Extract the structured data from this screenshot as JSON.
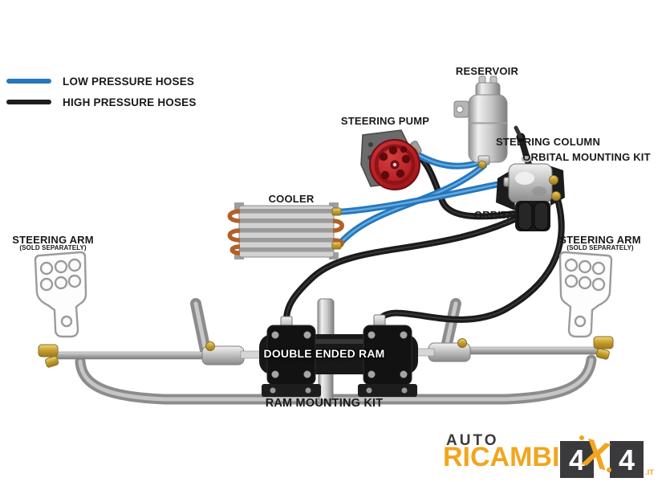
{
  "legend": {
    "items": [
      {
        "id": "low",
        "label": "LOW PRESSURE HOSES",
        "color": "#2577bd"
      },
      {
        "id": "high",
        "label": "HIGH PRESSURE HOSES",
        "color": "#1e1e1e"
      }
    ]
  },
  "labels": {
    "reservoir": "RESERVOIR",
    "steering_pump": "STEERING PUMP",
    "steering_column": "STEERING COLUMN",
    "orbital_mounting_kit": "ORBITAL MOUNTING KIT",
    "orbital": "ORBITAL",
    "cooler": "COOLER",
    "steering_arm_left": "STEERING ARM",
    "steering_arm_left_note": "(SOLD SEPARATELY)",
    "steering_arm_right": "STEERING ARM",
    "steering_arm_right_note": "(SOLD SEPARATELY)",
    "double_ended_ram": "DOUBLE ENDED RAM",
    "ram_mounting_kit": "RAM MOUNTING KIT"
  },
  "logo": {
    "word_top": "AUTO",
    "word_main": "RICAMBI",
    "four_left": "4",
    "x_mark": "X",
    "four_right": "4",
    "tld": ".IT",
    "orange": "#f2a51e",
    "dark": "#3a3a3c"
  },
  "colors": {
    "low_pressure_hose": "#2577bd",
    "high_pressure_hose": "#1e1e1e",
    "pump_red": "#bf2026",
    "copper": "#b2602a",
    "brass": "#cfa22e",
    "metal_gray": "#b5b5b5"
  }
}
